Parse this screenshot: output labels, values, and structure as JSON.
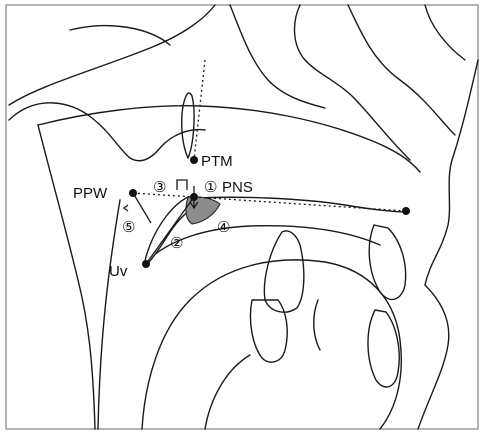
{
  "diagram": {
    "landmarks": {
      "ptm": "PTM",
      "pns": "PNS",
      "ppw": "PPW",
      "uv": "Uv"
    },
    "measurements": {
      "m1": "①",
      "m2": "②",
      "m3": "③",
      "m4": "④",
      "m5": "⑤"
    },
    "colors": {
      "line": "#1a1a1a",
      "soft_palate_shade": "#8c8c8c",
      "frame": "#9a9a9a"
    }
  }
}
